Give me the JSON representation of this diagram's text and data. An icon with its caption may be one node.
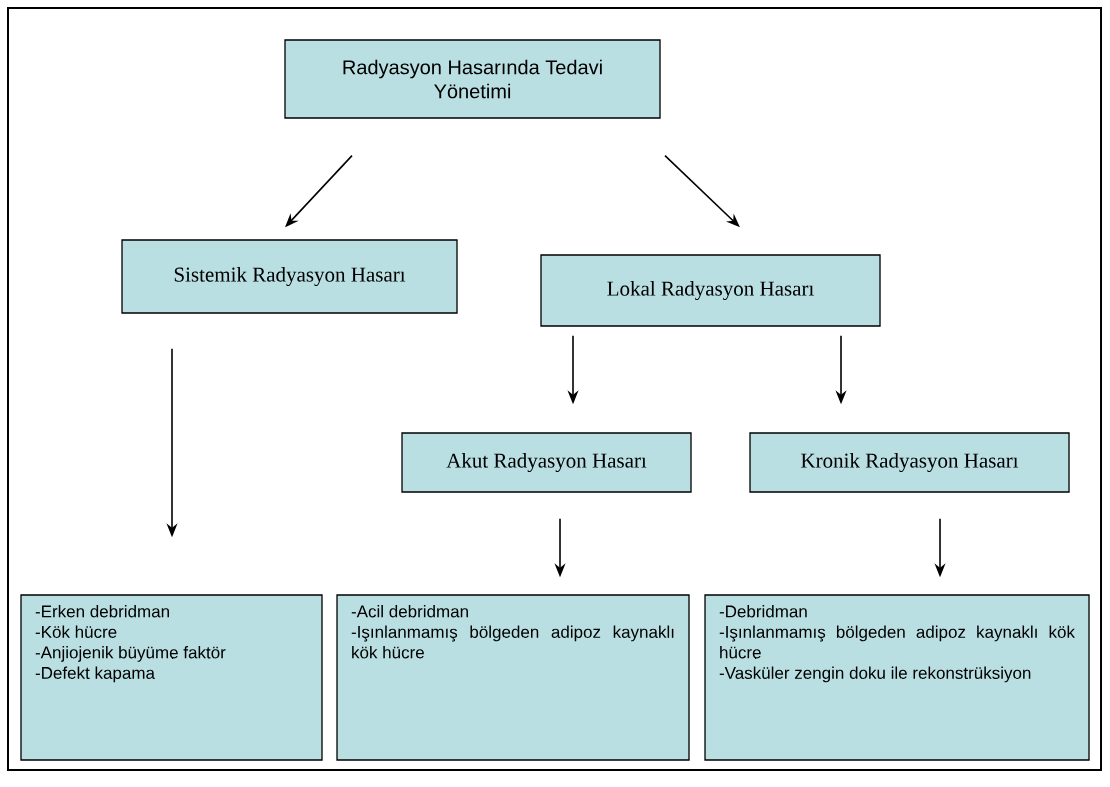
{
  "diagram": {
    "nodes": [
      {
        "text": [
          "Radyasyon Hasarında Tedavi Yönetimi"
        ]
      },
      {
        "text": [
          "Sistemik Radyasyon Hasarı"
        ]
      },
      {
        "text": [
          "Lokal Radyasyon Hasarı"
        ]
      },
      {
        "text": [
          "Akut Radyasyon Hasarı"
        ]
      },
      {
        "text": [
          "Kronik Radyasyon Hasarı"
        ]
      },
      {
        "text": [
          "-Erken debridman",
          "-Kök hücre",
          "-Anjiojenik büyüme faktör",
          "-Defekt kapama"
        ]
      },
      {
        "text": [
          "-Acil debridman",
          "-Işınlanmamış bölgeden adipoz kaynaklı kök hücre"
        ]
      },
      {
        "text": [
          "-Debridman",
          "-Işınlanmamış bölgeden adipoz kaynaklı kök hücre",
          "-Vasküler zengin doku ile rekonstrüksiyon"
        ]
      }
    ],
    "edges": [
      {
        "from": 0,
        "to": 1,
        "arrow": "to"
      },
      {
        "from": 0,
        "to": 2,
        "arrow": "to"
      },
      {
        "from": 1,
        "to": 5,
        "arrow": "to"
      },
      {
        "from": 2,
        "to": 3,
        "arrow": "to"
      },
      {
        "from": 2,
        "to": 4,
        "arrow": "to"
      },
      {
        "from": 3,
        "to": 6,
        "arrow": "to"
      },
      {
        "from": 4,
        "to": 7,
        "arrow": "to"
      }
    ]
  }
}
